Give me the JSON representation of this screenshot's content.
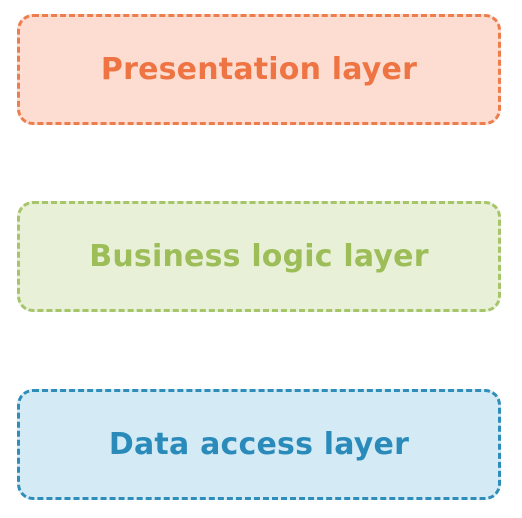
{
  "diagram": {
    "layers": [
      {
        "label": "Presentation layer",
        "fill_color": "#FDDDD1",
        "border_color": "#EE7D4E",
        "text_color": "#EF7443"
      },
      {
        "label": "Business logic layer",
        "fill_color": "#E8F1D7",
        "border_color": "#A6C46A",
        "text_color": "#9CBD58"
      },
      {
        "label": "Data access layer",
        "fill_color": "#D4EBF5",
        "border_color": "#2F8DB9",
        "text_color": "#2A8BBB"
      }
    ]
  }
}
